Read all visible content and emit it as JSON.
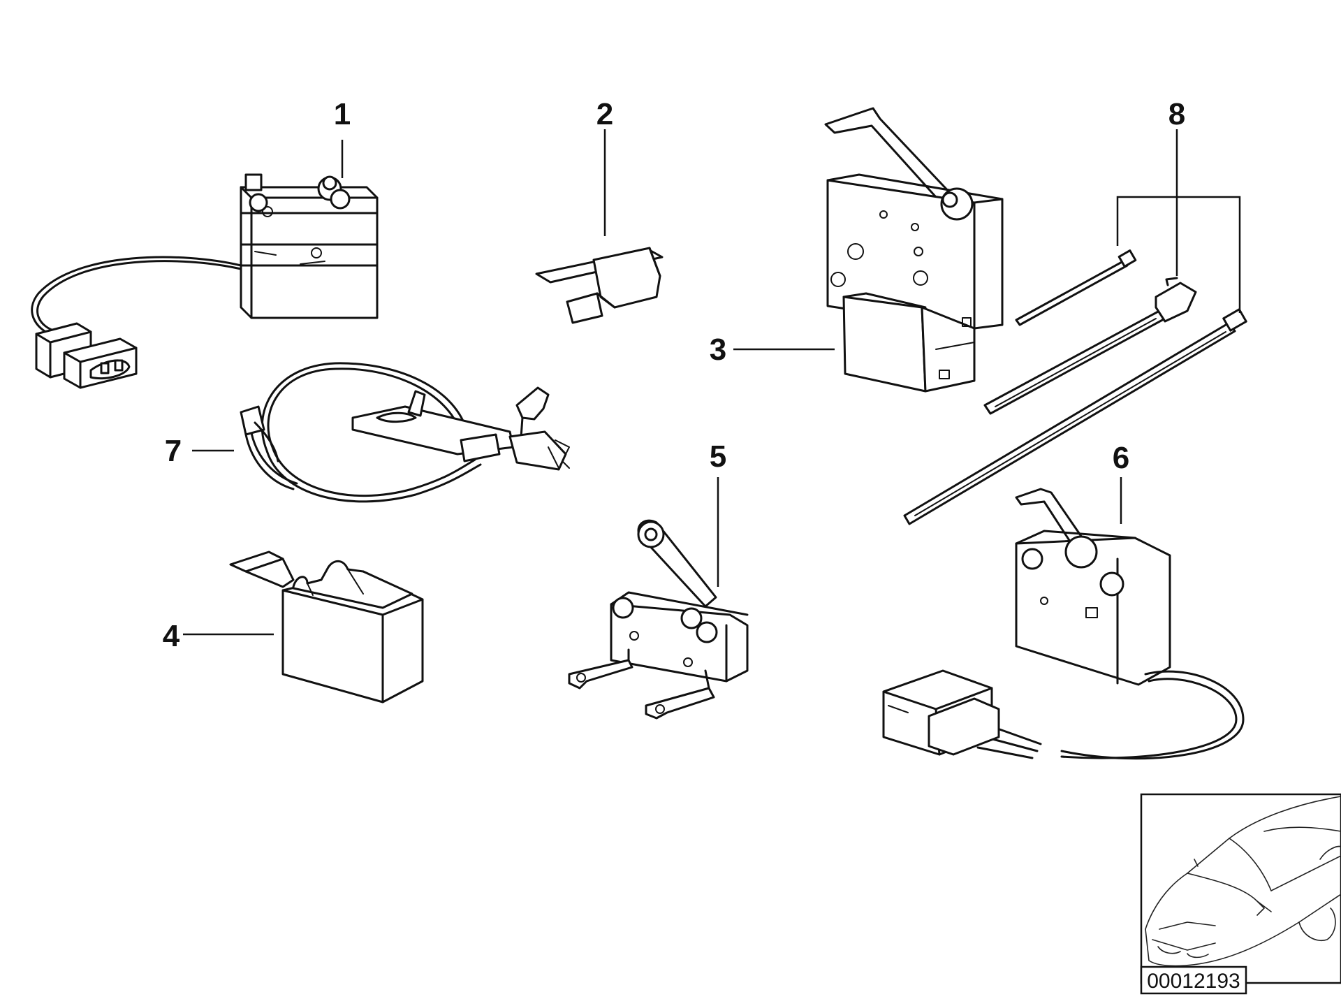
{
  "diagram": {
    "parts": [
      {
        "id": "part-1",
        "number": "1"
      },
      {
        "id": "part-2",
        "number": "2"
      },
      {
        "id": "part-3",
        "number": "3"
      },
      {
        "id": "part-4",
        "number": "4"
      },
      {
        "id": "part-5",
        "number": "5"
      },
      {
        "id": "part-6",
        "number": "6"
      },
      {
        "id": "part-7",
        "number": "7"
      },
      {
        "id": "part-8",
        "number": "8"
      }
    ],
    "diagram_id": "00012193"
  }
}
